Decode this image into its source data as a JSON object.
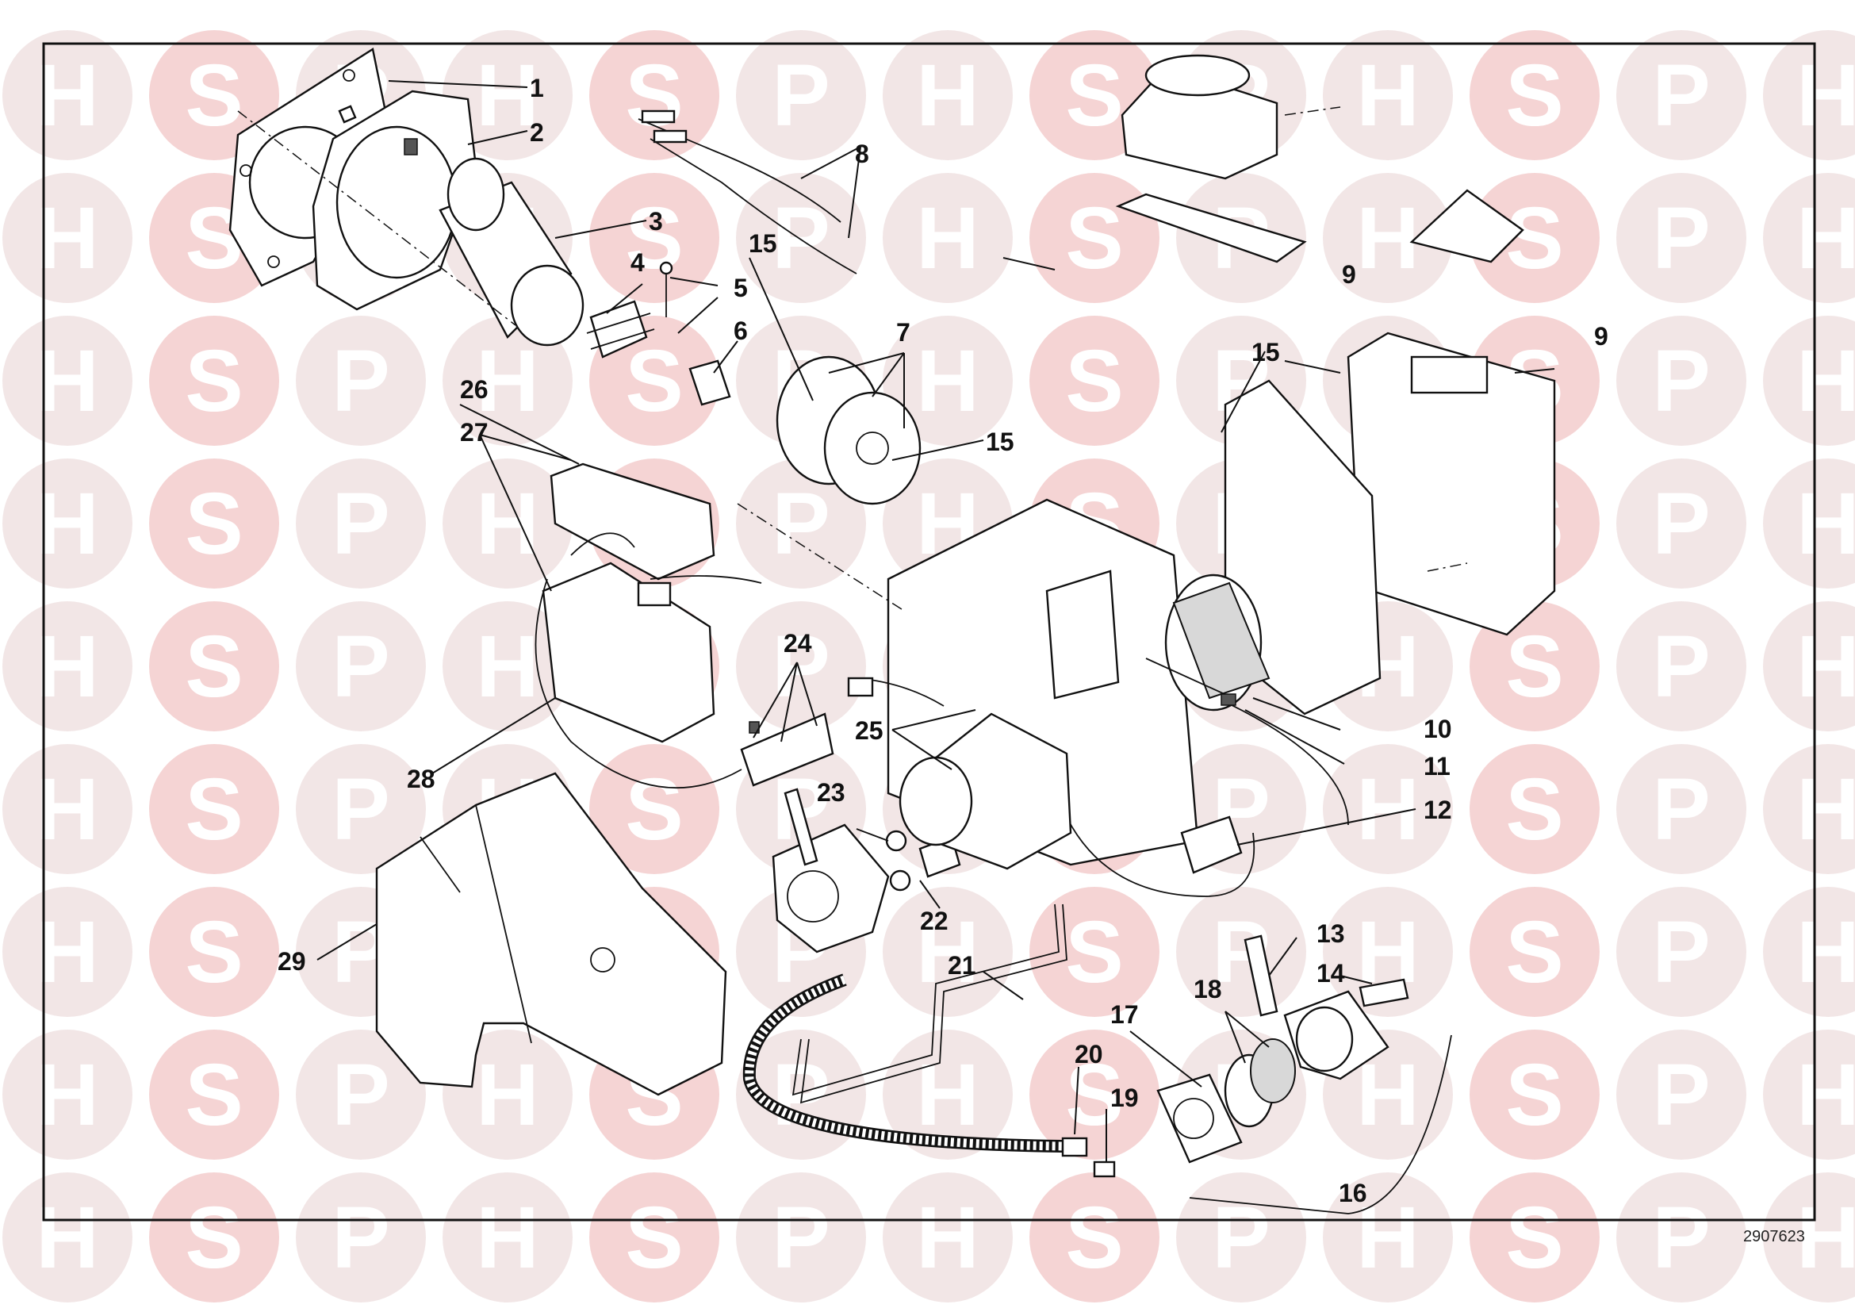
{
  "watermark": {
    "letters": [
      "H",
      "S",
      "P"
    ],
    "circle_color": "#f2e6e6",
    "letter_color": "#ffffff",
    "s_circle_color": "#f5d4d4"
  },
  "callouts": [
    "1",
    "2",
    "3",
    "4",
    "5",
    "6",
    "7",
    "8",
    "9",
    "9",
    "10",
    "11",
    "12",
    "13",
    "14",
    "15",
    "15",
    "15",
    "15",
    "16",
    "17",
    "18",
    "19",
    "20",
    "21",
    "22",
    "23",
    "24",
    "25",
    "26",
    "27",
    "28",
    "29"
  ],
  "drawing_number": "2907623"
}
